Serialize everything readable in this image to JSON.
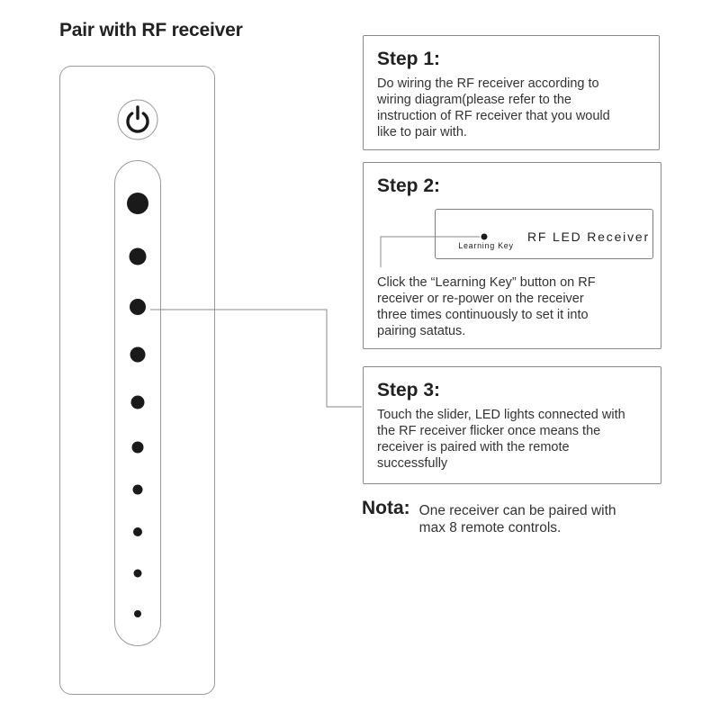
{
  "page": {
    "title": "Pair with RF receiver"
  },
  "colors": {
    "heading_text": "#222222",
    "body_text": "#333333",
    "box_border": "#8a8a8a",
    "device_outline": "#9a9a9a",
    "slider_dot": "#1a1a1a"
  },
  "icons": {
    "power_button": "⏻"
  },
  "remote": {
    "slider_dot_count": 10
  },
  "steps": [
    {
      "heading": "Step 1:",
      "body": "Do wiring the RF receiver according to\nwiring diagram(please refer to the\ninstruction of RF receiver that you would\nlike to pair with."
    },
    {
      "heading": "Step 2:",
      "receiver_label": "RF LED Receiver",
      "learning_key_label": "Learning Key",
      "body": "Click the “Learning Key” button on RF\nreceiver or re-power on the receiver\nthree times continuously to set it into\npairing satatus."
    },
    {
      "heading": "Step 3:",
      "body": "Touch the slider, LED lights connected with\nthe RF receiver flicker once means the\nreceiver is paired with the remote\nsuccessfully"
    }
  ],
  "note": {
    "label": "Nota:",
    "text": "One receiver can be paired with\nmax 8 remote controls."
  }
}
